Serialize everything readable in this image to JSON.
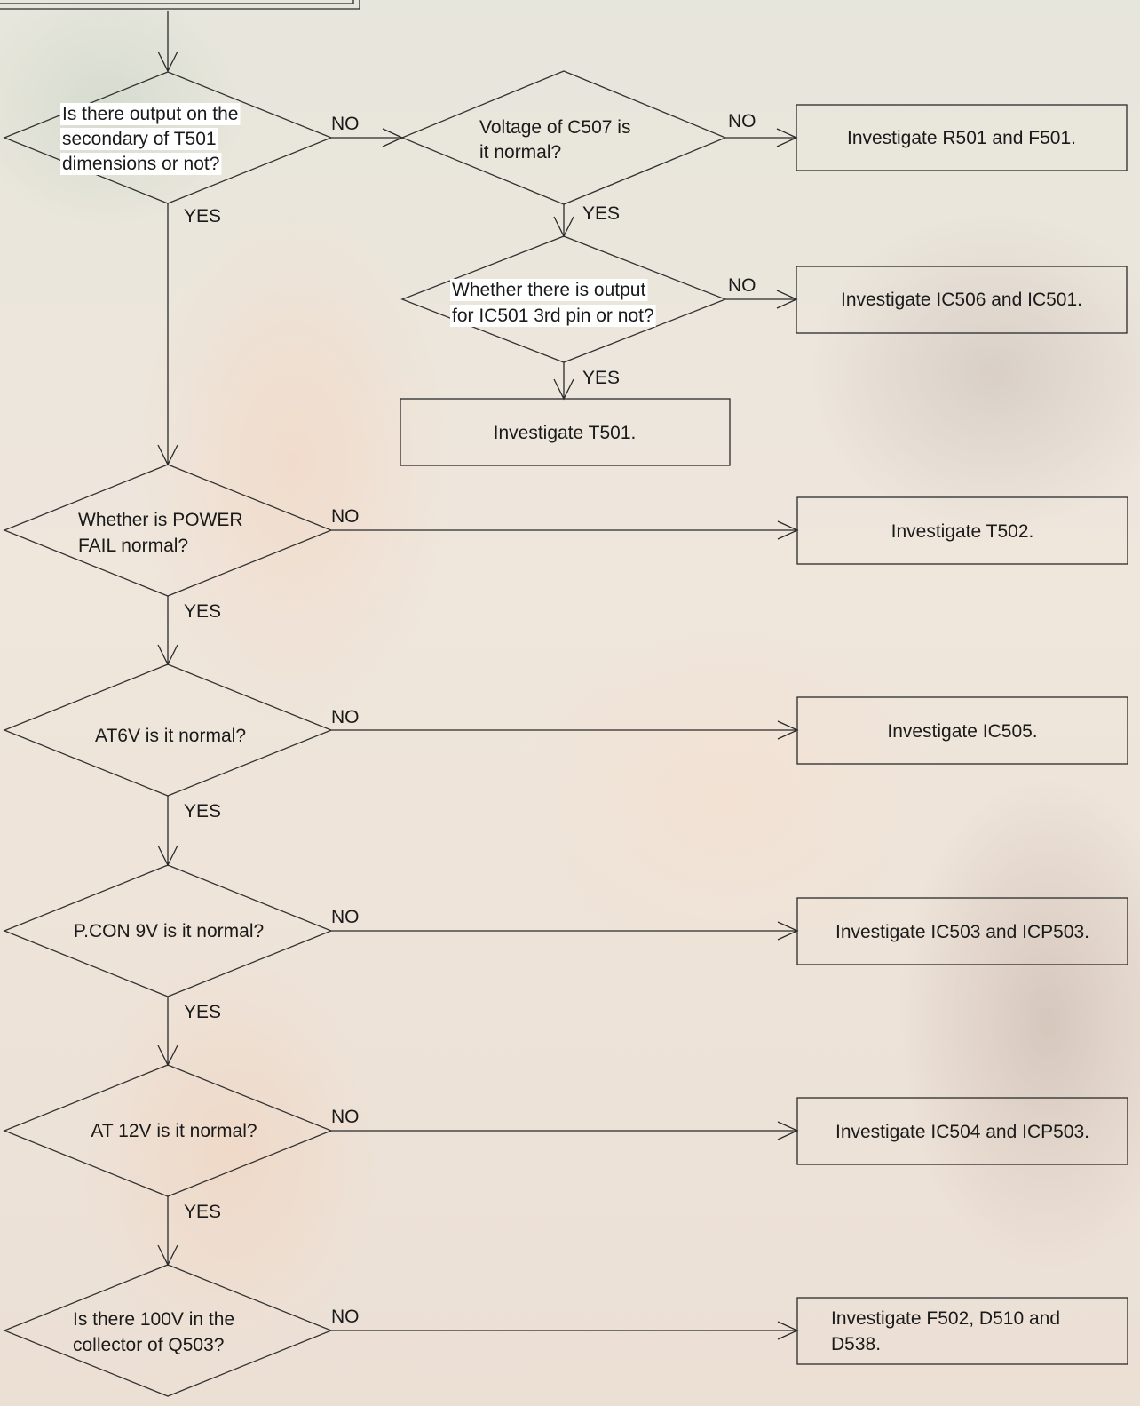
{
  "decisions": {
    "d1": [
      "Is there output on the",
      "secondary of T501",
      "dimensions or not?"
    ],
    "d2": [
      "Voltage of C507 is",
      "it normal?"
    ],
    "d3": [
      "Whether there is output",
      "for IC501 3rd pin or not?"
    ],
    "d4": [
      "Whether is POWER",
      "FAIL normal?"
    ],
    "d5": [
      "AT6V is it normal?"
    ],
    "d6": [
      "P.CON 9V is it normal?"
    ],
    "d7": [
      "AT 12V is it normal?"
    ],
    "d8": [
      "Is there 100V in the",
      "collector of Q503?"
    ]
  },
  "actions": {
    "a1": [
      "Investigate R501 and F501."
    ],
    "a2": [
      "Investigate IC506 and IC501."
    ],
    "a3": [
      "Investigate T501."
    ],
    "a4": [
      "Investigate T502."
    ],
    "a5": [
      "Investigate IC505."
    ],
    "a6": [
      "Investigate IC503 and ICP503."
    ],
    "a7": [
      "Investigate IC504 and ICP503."
    ],
    "a8": [
      "Investigate F502, D510 and",
      "D538."
    ]
  },
  "labels": {
    "yes": "YES",
    "no": "NO"
  }
}
